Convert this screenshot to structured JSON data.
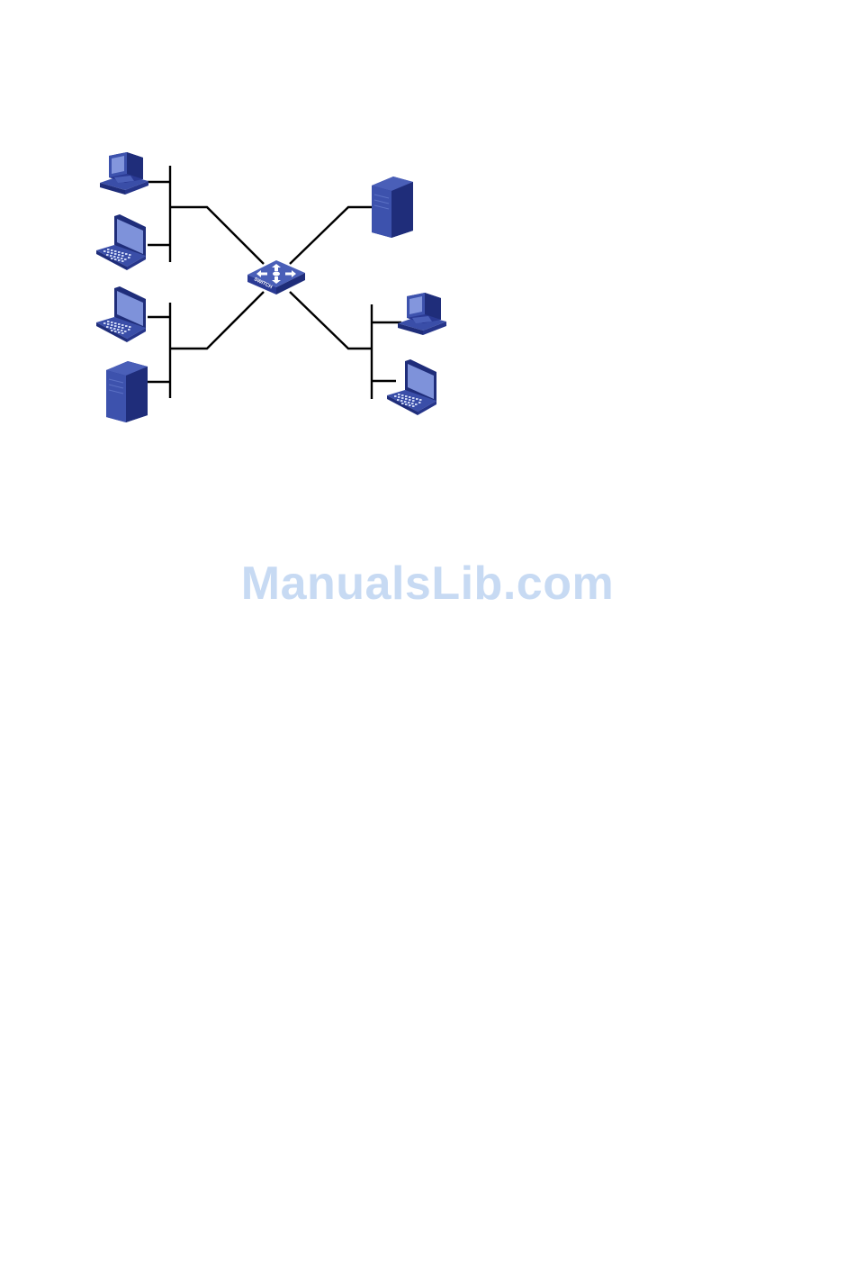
{
  "watermark": {
    "text": "ManualsLib.com"
  },
  "diagram": {
    "switch": {
      "label": "SWITCH",
      "icon": "switch-icon"
    },
    "segments": [
      {
        "name": "top-left",
        "devices": [
          "desktop-pc",
          "laptop"
        ]
      },
      {
        "name": "bottom-left",
        "devices": [
          "laptop",
          "server"
        ]
      },
      {
        "name": "top-right",
        "devices": [
          "server"
        ]
      },
      {
        "name": "bottom-right",
        "devices": [
          "desktop-pc",
          "laptop"
        ]
      }
    ],
    "colors": {
      "device_dark": "#1f2d7a",
      "device_mid": "#3a4ea8",
      "device_light": "#5f74c9",
      "screen": "#8396dd",
      "wire": "#000000",
      "watermark": "#c7daf3"
    }
  }
}
